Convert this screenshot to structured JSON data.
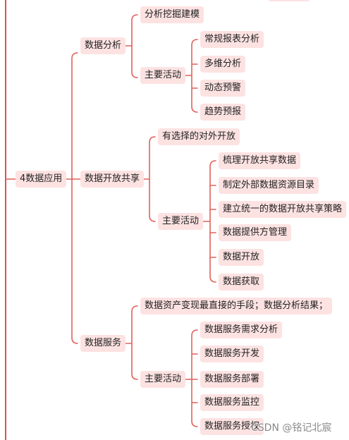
{
  "root": "4数据应用",
  "branches": {
    "analysis": {
      "label": "数据分析",
      "mining": "分析挖掘建模",
      "main": "主要活动",
      "activities": [
        "常规报表分析",
        "多维分析",
        "动态预警",
        "趋势预报"
      ]
    },
    "sharing": {
      "label": "数据开放共享",
      "selective": "有选择的对外开放",
      "main": "主要活动",
      "activities": [
        "梳理开放共享数据",
        "制定外部数据资源目录",
        "建立统一的数据开放共享策略",
        "数据提供方管理",
        "数据开放",
        "数据获取"
      ]
    },
    "service": {
      "label": "数据服务",
      "desc": "数据资产变现最直接的手段；数据分析结果；",
      "main": "主要活动",
      "activities": [
        "数据服务需求分析",
        "数据服务开发",
        "数据服务部署",
        "数据服务监控",
        "数据服务授权"
      ]
    }
  },
  "watermark": "CSDN @铭记北宸",
  "colors": {
    "line": "#e0605a",
    "node": "#fde2e2",
    "spine": "#d9534f"
  }
}
